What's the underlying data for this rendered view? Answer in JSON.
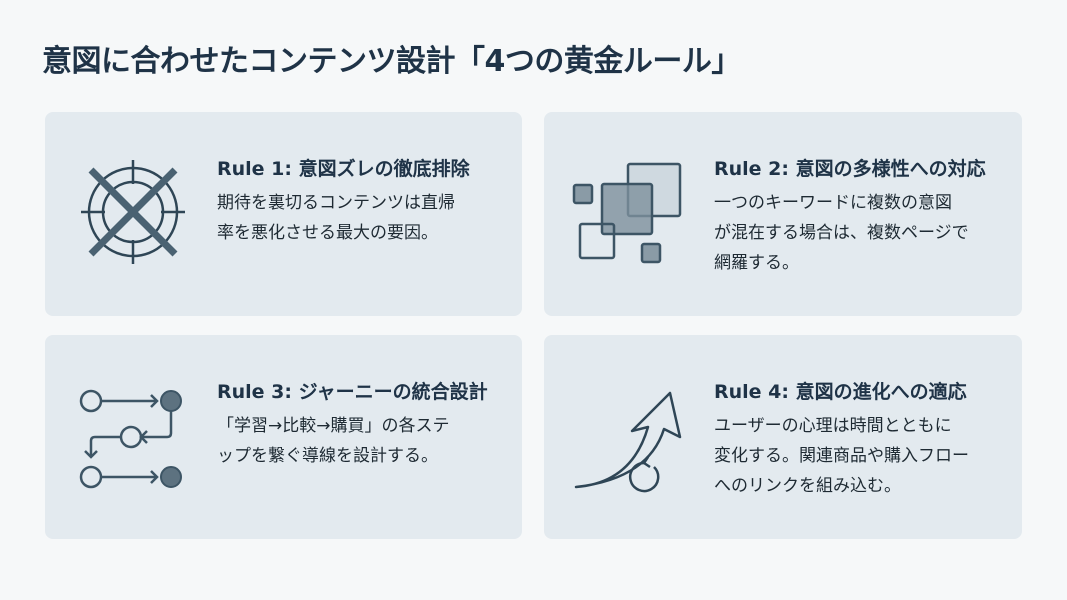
{
  "title": "意図に合わせたコンテンツ設計「4つの黄金ルール」",
  "rules": [
    {
      "title": "Rule 1: 意図ズレの徹底排除",
      "lines": [
        "期待を裏切るコンテンツは直帰",
        "率を悪化させる最大の要因。"
      ],
      "icon": "crossed-target-icon"
    },
    {
      "title": "Rule 2: 意図の多様性への対応",
      "lines": [
        "一つのキーワードに複数の意図",
        "が混在する場合は、複数ページで",
        "網羅する。"
      ],
      "icon": "overlapping-squares-icon"
    },
    {
      "title": "Rule 3: ジャーニーの統合設計",
      "lines": [
        "「学習→比較→購買」の各ステ",
        "ップを繋ぐ導線を設計する。"
      ],
      "icon": "flow-path-icon"
    },
    {
      "title": "Rule 4: 意図の進化への適応",
      "lines": [
        "ユーザーの心理は時間とともに",
        "変化する。関連商品や購入フロー",
        "へのリンクを組み込む。"
      ],
      "icon": "rising-arrow-icon"
    }
  ],
  "colors": {
    "accent": "#1f3347",
    "icon": "#4a6272",
    "card": "#e3eaef"
  }
}
